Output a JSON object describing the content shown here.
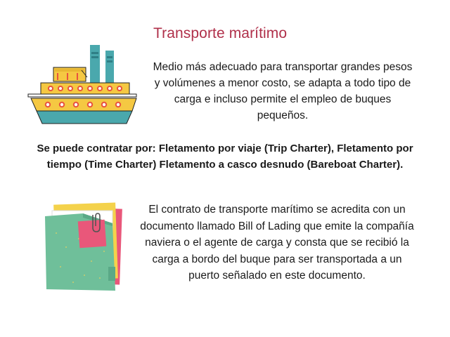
{
  "section": {
    "title": "Transporte marítimo",
    "intro": "Medio más adecuado para transportar grandes pesos y volúmenes a menor costo, se adapta a todo tipo de carga e incluso permite el empleo de buques pequeños.",
    "contract_options": "Se puede contratar por: Fletamento por viaje (Trip Charter), Fletamento por tiempo (Time Charter) Fletamento a casco desnudo (Bareboat Charter).",
    "bill_of_lading": "El contrato de transporte marítimo se acredita con un documento llamado Bill of Lading que emite la compañía naviera o el agente de carga y consta que se recibió la carga a bordo del buque para ser transportada a un puerto señalado en este documento."
  },
  "illustrations": {
    "ship_icon": "ship-icon",
    "folder_icon": "documents-folder-icon"
  },
  "colors": {
    "title": "#b0304a",
    "text": "#1a1a1a",
    "ship_yellow": "#f5c842",
    "ship_teal": "#4aa8ad",
    "ship_red_accent": "#e8533f",
    "folder_green": "#6fbf9a",
    "paper_pink": "#e9577a",
    "paper_yellow": "#f4d24b"
  }
}
